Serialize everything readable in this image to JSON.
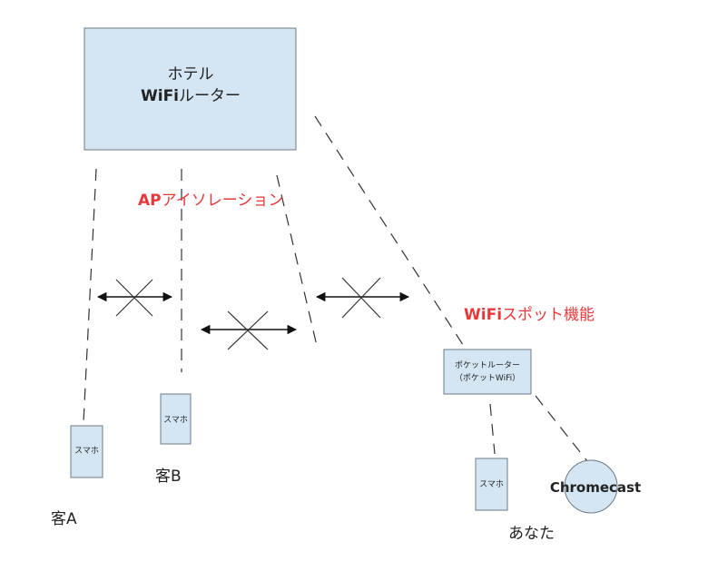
{
  "colors": {
    "box_fill": "#d4e6f3",
    "box_stroke": "#6d7a85",
    "accent_red": "#e8393a",
    "line": "#333333"
  },
  "router": {
    "line1": "ホテル",
    "line2_bold": "WiFi",
    "line2_rest": "ルーター"
  },
  "ap_isolation": {
    "bold": "AP",
    "rest": "アイソレーション"
  },
  "wifi_spot": {
    "bold": "WiFi",
    "rest": "スポット機能"
  },
  "pocket_router": {
    "line1": "ポケットルーター",
    "line2": "（ポケットWiFi）"
  },
  "devices": {
    "phone_label": "スマホ",
    "chromecast": "Chromecast"
  },
  "people": {
    "guest_a": "客A",
    "guest_b": "客B",
    "you": "あなた"
  }
}
